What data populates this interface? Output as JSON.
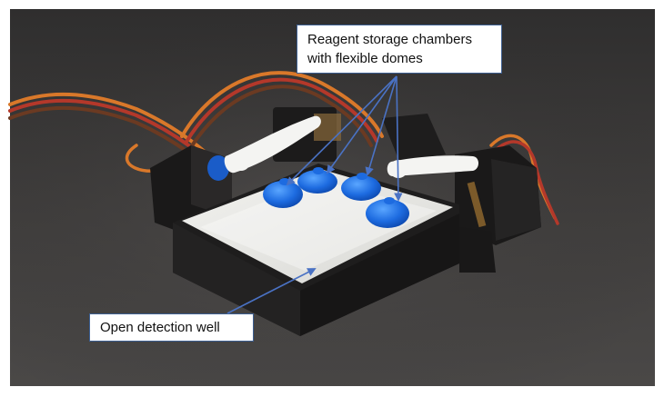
{
  "annotations": {
    "reagent_line1": "Reagent storage chambers",
    "reagent_line2": "with flexible domes",
    "detection_well": "Open detection well"
  },
  "colors": {
    "arrow": "#4a72c4",
    "callout_border": "#3d5f91",
    "dome": "#1f6fe0",
    "background": "#3a3838"
  }
}
